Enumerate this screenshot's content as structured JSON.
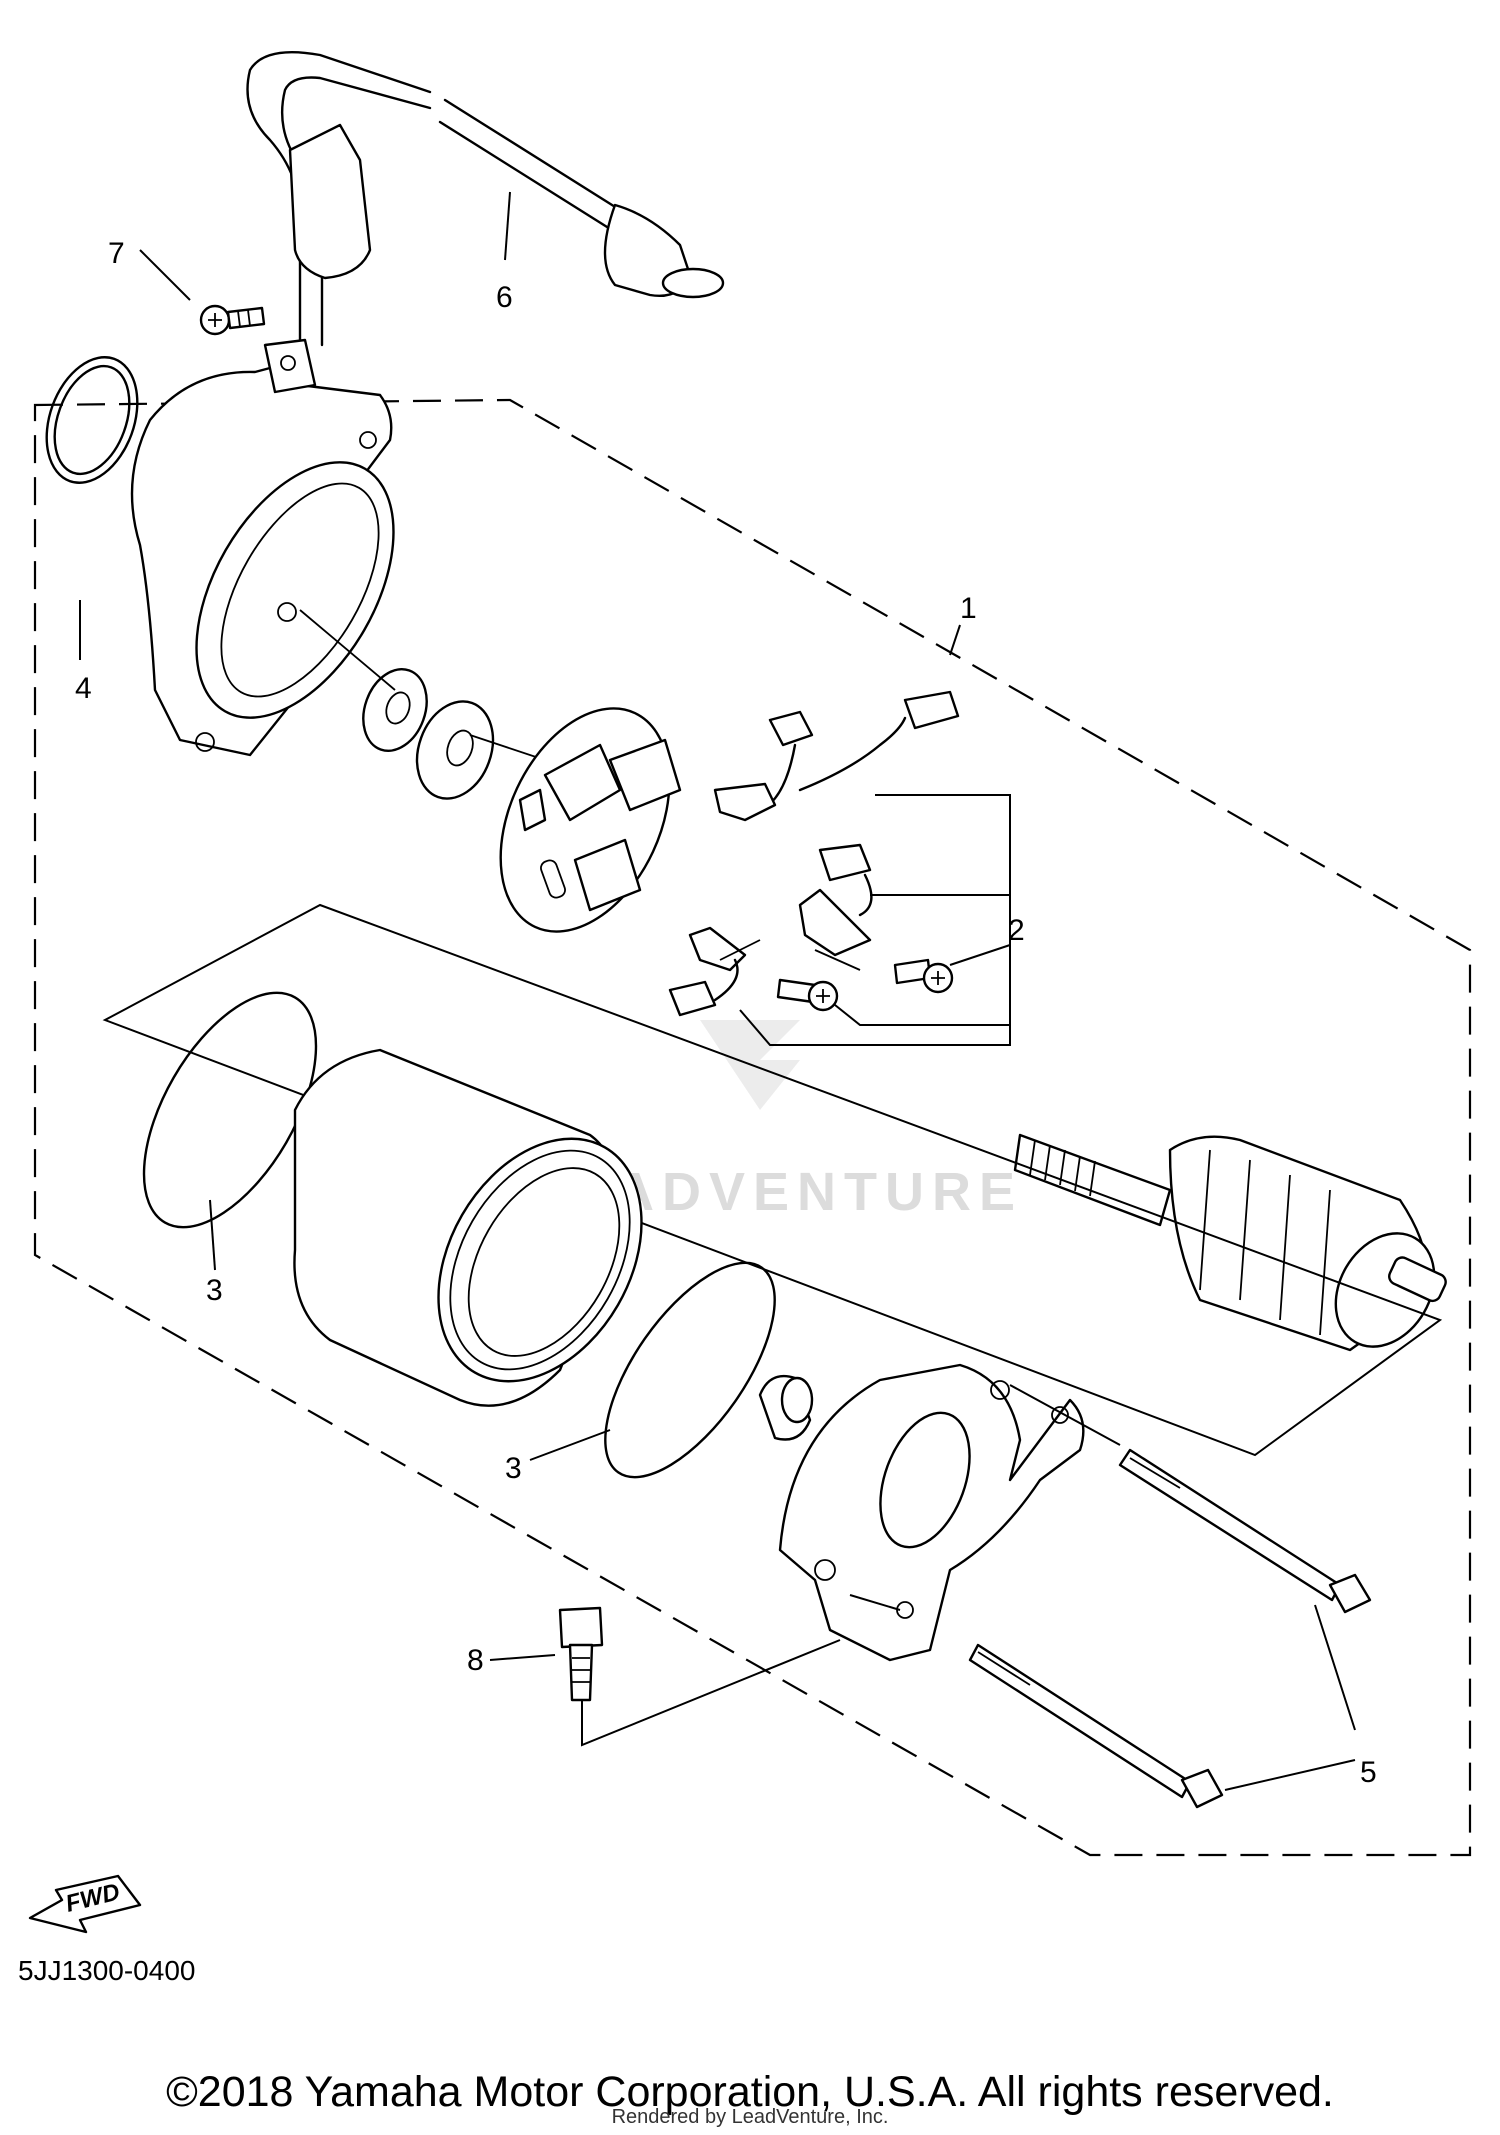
{
  "diagram": {
    "callouts": [
      "1",
      "2",
      "3",
      "3",
      "4",
      "5",
      "6",
      "7",
      "8"
    ],
    "fwd_label": "FWD",
    "watermark": "LEADVENTURE",
    "diagram_code": "5JJ1300-0400"
  },
  "footer": {
    "copyright": "©2018 Yamaha Motor Corporation, U.S.A. All rights reserved.",
    "render_credit": "Rendered by LeadVenture, Inc."
  }
}
